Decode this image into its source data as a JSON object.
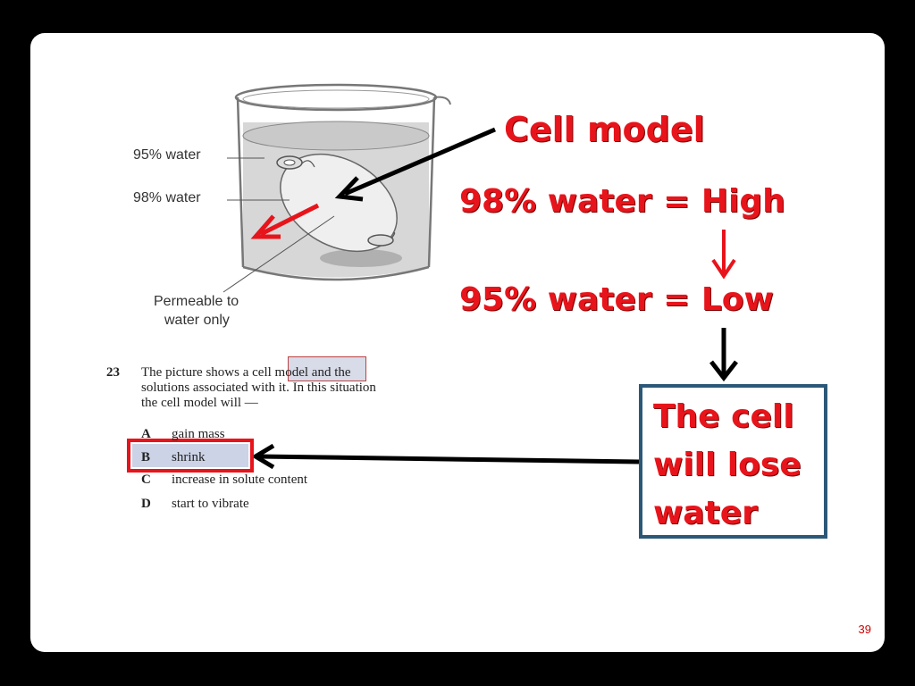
{
  "diagram": {
    "label_95": "95% water",
    "label_98": "98% water",
    "permeable_line1": "Permeable to",
    "permeable_line2": "water only"
  },
  "annotations": {
    "cell_model": "Cell model",
    "high": "98% water = High",
    "low": "95% water = Low",
    "conclusion": "The cell will lose water"
  },
  "question": {
    "number": "23",
    "line1_pre": "The picture shows a",
    "line1_highlight": "cell model",
    "line1_post": "and the",
    "line2": "solutions associated with it. In this situation",
    "line3": "the cell model will —",
    "options": [
      {
        "letter": "A",
        "text": "gain mass"
      },
      {
        "letter": "B",
        "text": "shrink"
      },
      {
        "letter": "C",
        "text": "increase in solute content"
      },
      {
        "letter": "D",
        "text": "start to vibrate"
      }
    ]
  },
  "colors": {
    "annotation_red": "#e8141b",
    "box_blue": "#2c5878",
    "highlight": "#ccd3e6"
  },
  "page_number": "39"
}
